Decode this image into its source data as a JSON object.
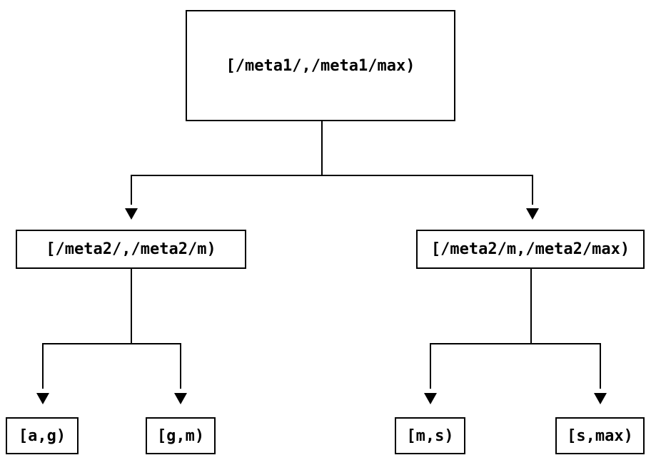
{
  "diagram": {
    "type": "tree",
    "background_color": "#ffffff",
    "line_color": "#000000",
    "box_border_color": "#000000",
    "text_color": "#000000",
    "nodes": {
      "root": {
        "label": "[/meta1/,/meta1/max)"
      },
      "meta2_low": {
        "label": "[/meta2/,/meta2/m)"
      },
      "meta2_high": {
        "label": "[/meta2/m,/meta2/max)"
      },
      "leaf_ag": {
        "label": "[a,g)"
      },
      "leaf_gm": {
        "label": "[g,m)"
      },
      "leaf_ms": {
        "label": "[m,s)"
      },
      "leaf_smax": {
        "label": "[s,max)"
      }
    },
    "edges": [
      {
        "from": "root",
        "to": "meta2_low"
      },
      {
        "from": "root",
        "to": "meta2_high"
      },
      {
        "from": "meta2_low",
        "to": "leaf_ag"
      },
      {
        "from": "meta2_low",
        "to": "leaf_gm"
      },
      {
        "from": "meta2_high",
        "to": "leaf_ms"
      },
      {
        "from": "meta2_high",
        "to": "leaf_smax"
      }
    ]
  }
}
